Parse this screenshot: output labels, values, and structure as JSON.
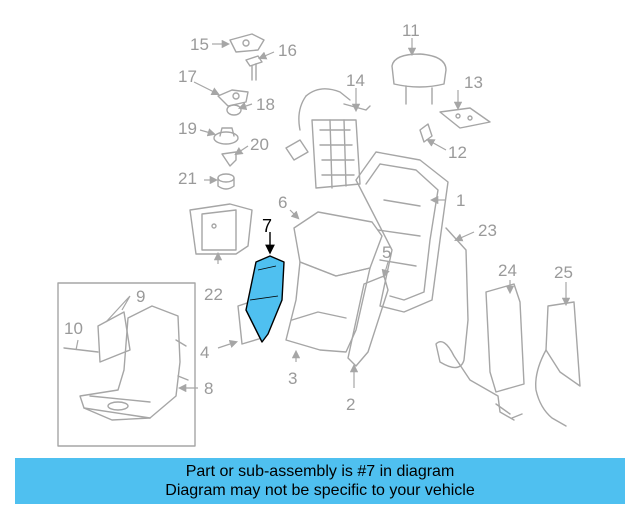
{
  "diagram": {
    "highlight_color": "#4fc0f0",
    "highlighted_part": "7",
    "callouts": [
      "1",
      "2",
      "3",
      "4",
      "5",
      "6",
      "7",
      "8",
      "9",
      "10",
      "11",
      "12",
      "13",
      "14",
      "15",
      "16",
      "17",
      "18",
      "19",
      "20",
      "21",
      "22",
      "23",
      "24",
      "25"
    ]
  },
  "banner": {
    "line1": "Part or sub-assembly is #7 in diagram",
    "line2": "Diagram may not be specific to your vehicle",
    "background": "#4fc0f0"
  }
}
